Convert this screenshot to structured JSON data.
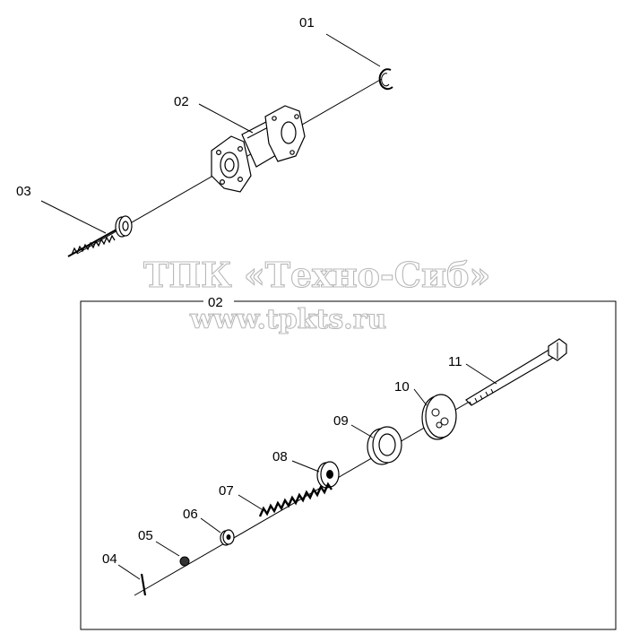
{
  "watermark": {
    "company": "ТПК «Техно-Сиб»",
    "website": "www.tpkts.ru"
  },
  "callouts": {
    "p01": "01",
    "p02": "02",
    "p03": "03",
    "frame_title": "02",
    "p04": "04",
    "p05": "05",
    "p06": "06",
    "p07": "07",
    "p08": "08",
    "p09": "09",
    "p10": "10",
    "p11": "11"
  }
}
